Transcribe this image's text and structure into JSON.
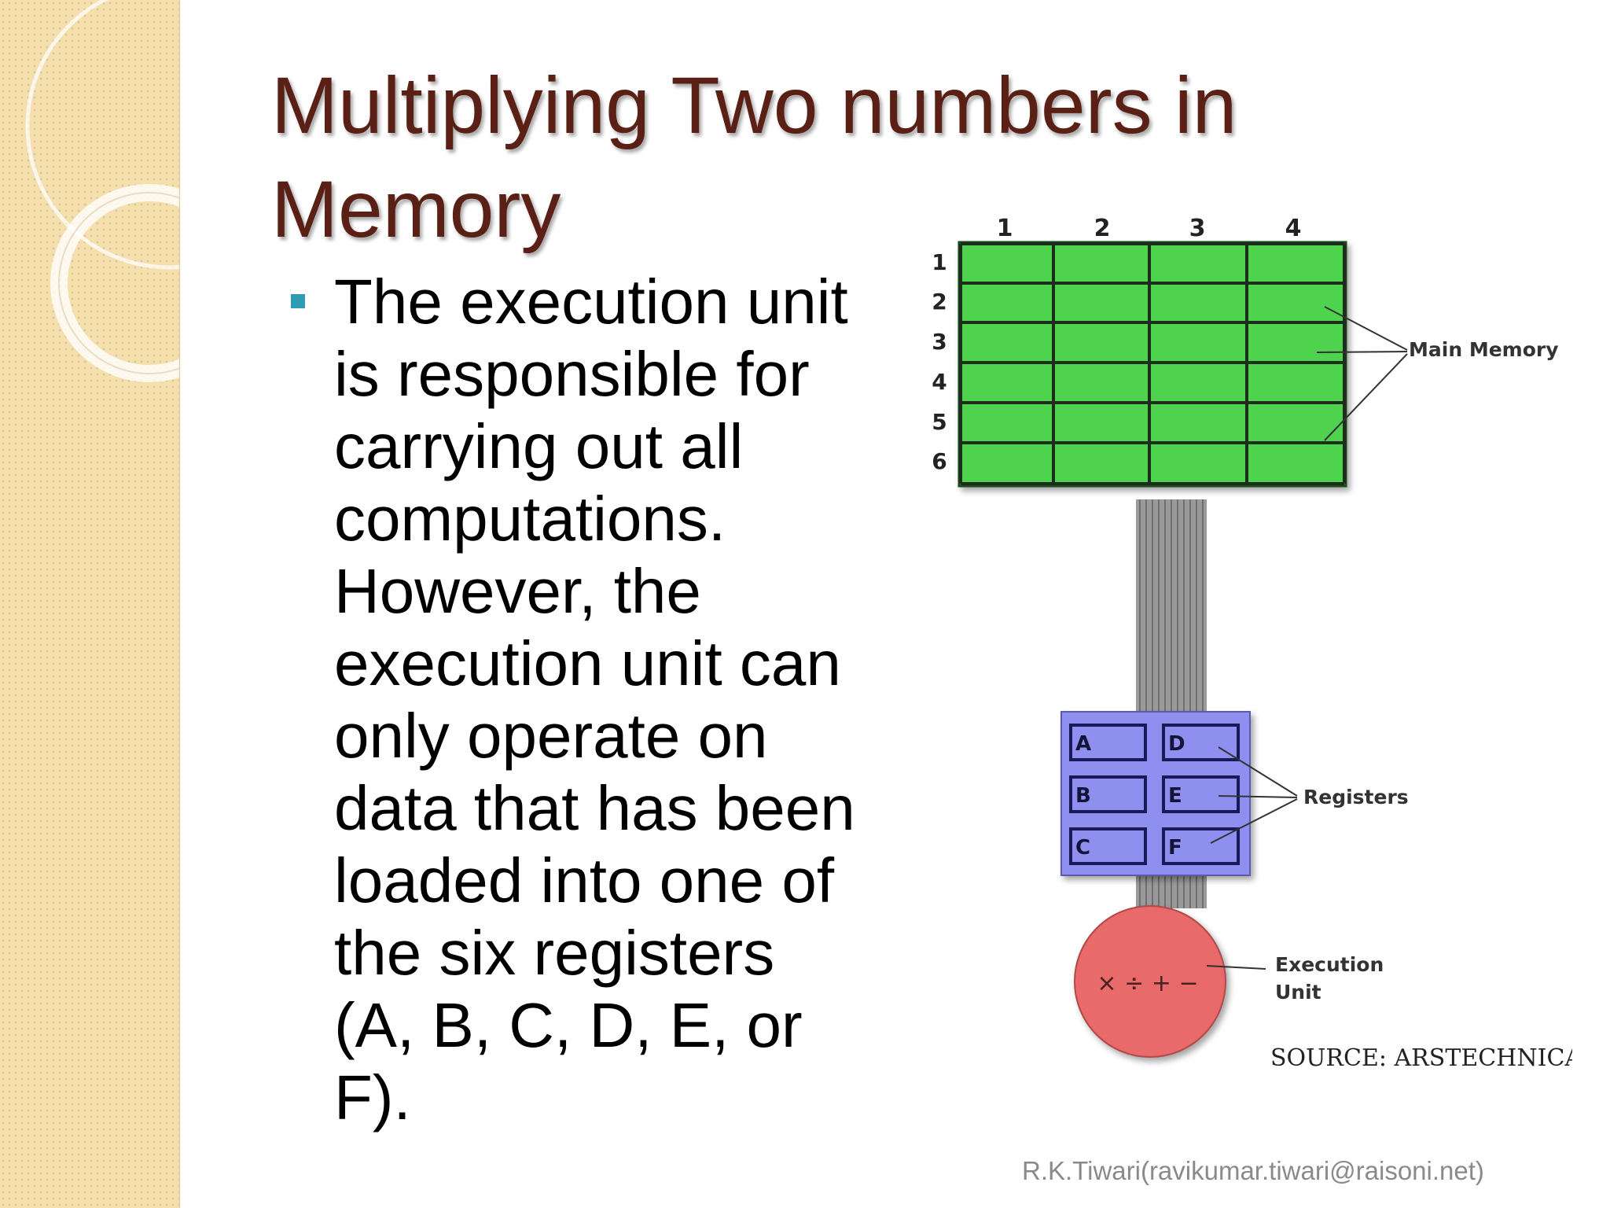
{
  "slide": {
    "title_lines": [
      "Multiplying Two numbers in",
      "Memory"
    ],
    "bullet_lines": [
      "The execution unit",
      "is responsible for",
      "carrying out all",
      "computations.",
      "However, the",
      "execution unit can",
      "only operate on",
      "data that has been",
      "loaded into one of",
      "the six registers",
      "(A, B, C, D, E, or",
      "F)."
    ],
    "footer": "R.K.Tiwari(ravikumar.tiwari@raisoni.net)"
  },
  "diagram": {
    "column_labels": [
      "1",
      "2",
      "3",
      "4"
    ],
    "row_labels": [
      "1",
      "2",
      "3",
      "4",
      "5",
      "6"
    ],
    "memory_label": "Main Memory",
    "registers": [
      "A",
      "B",
      "C",
      "D",
      "E",
      "F"
    ],
    "registers_label": "Registers",
    "execution_symbols": "× ÷ + −",
    "execution_label_lines": [
      "Execution",
      "Unit"
    ],
    "source": "SOURCE: ARSTECHNICA",
    "colors": {
      "memory": "#4fd34f",
      "registers": "#8f8fef",
      "execution": "#e86a6a",
      "bus": "#8d8d8d",
      "title": "#5a2016",
      "bullet": "#2f9cb3"
    }
  }
}
